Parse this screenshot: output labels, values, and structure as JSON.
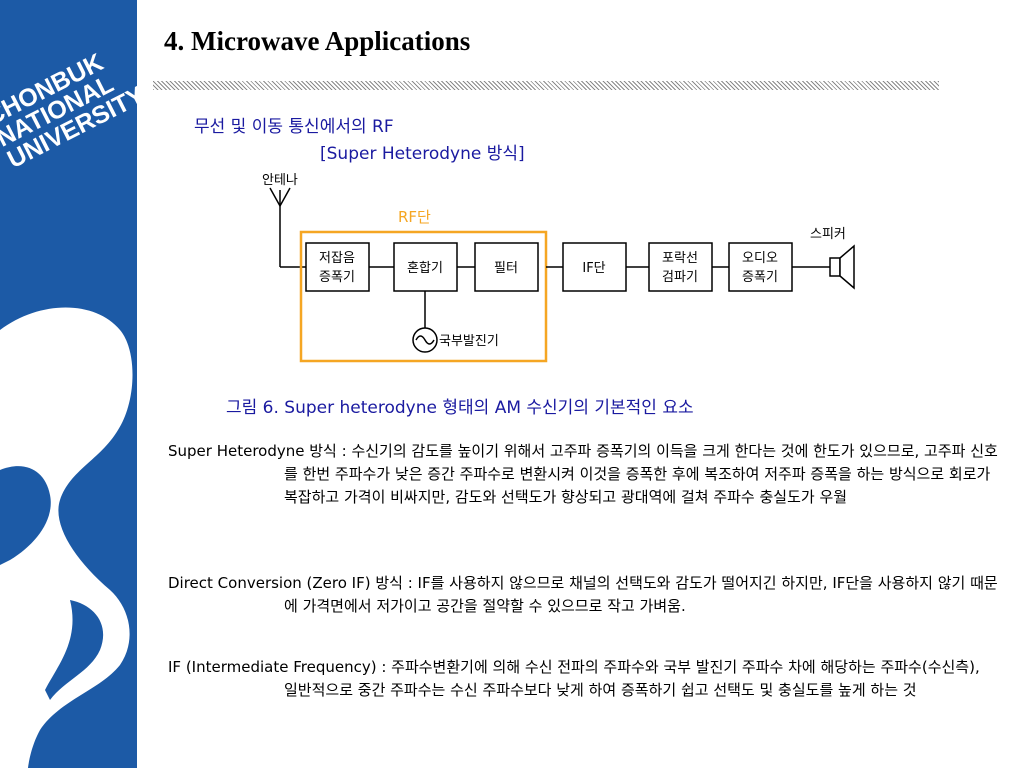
{
  "university": {
    "lines": [
      "CHONBUK",
      "NATIONAL",
      "UNIVERSITY"
    ]
  },
  "slide": {
    "title": "4. Microwave Applications"
  },
  "heading": {
    "line1": "무선 및 이동 통신에서의 RF",
    "line2": "[Super Heterodyne 방식]"
  },
  "diagram": {
    "antenna_label": "안테나",
    "rf_stage_label": "RF단",
    "speaker_label": "스피커",
    "blocks": {
      "lna": [
        "저잡음",
        "증폭기"
      ],
      "mixer": "혼합기",
      "filter": "필터",
      "if_stage": "IF단",
      "envelope_detector": [
        "포락선",
        "검파기"
      ],
      "audio_amp": [
        "오디오",
        "증폭기"
      ]
    },
    "local_oscillator_label": "국부발진기",
    "colors": {
      "rf_box": "#f5a623",
      "lines": "#000000"
    }
  },
  "caption": "그림 6. Super heterodyne 형태의 AM 수신기의 기본적인 요소",
  "descriptions": [
    {
      "term": "Super Heterodyne 방식 : ",
      "text": "수신기의 감도를 높이기 위해서 고주파 증폭기의 이득을 크게 한다는 것에 한도가 있으므로, 고주파 신호를 한번 주파수가 낮은 증간 주파수로 변환시켜 이것을 증폭한 후에 복조하여 저주파 증폭을 하는 방식으로 회로가 복잡하고 가격이 비싸지만, 감도와 선택도가 향상되고 광대역에 걸쳐 주파수 충실도가 우월"
    },
    {
      "term": "Direct Conversion (Zero IF) 방식 : ",
      "text": "IF를 사용하지 않으므로 채널의 선택도와 감도가 떨어지긴 하지만, IF단을 사용하지 않기 때문에 가격면에서 저가이고 공간을 절약할 수 있으므로 작고 가벼움."
    },
    {
      "term": "IF (Intermediate Frequency) : ",
      "text": "주파수변환기에 의해 수신 전파의 주파수와 국부 발진기 주파수 차에 해당하는 주파수(수신측), 일반적으로 중간 주파수는 수신 주파수보다 낮게 하여 증폭하기 쉽고 선택도 및 충실도를 높게 하는 것"
    }
  ]
}
